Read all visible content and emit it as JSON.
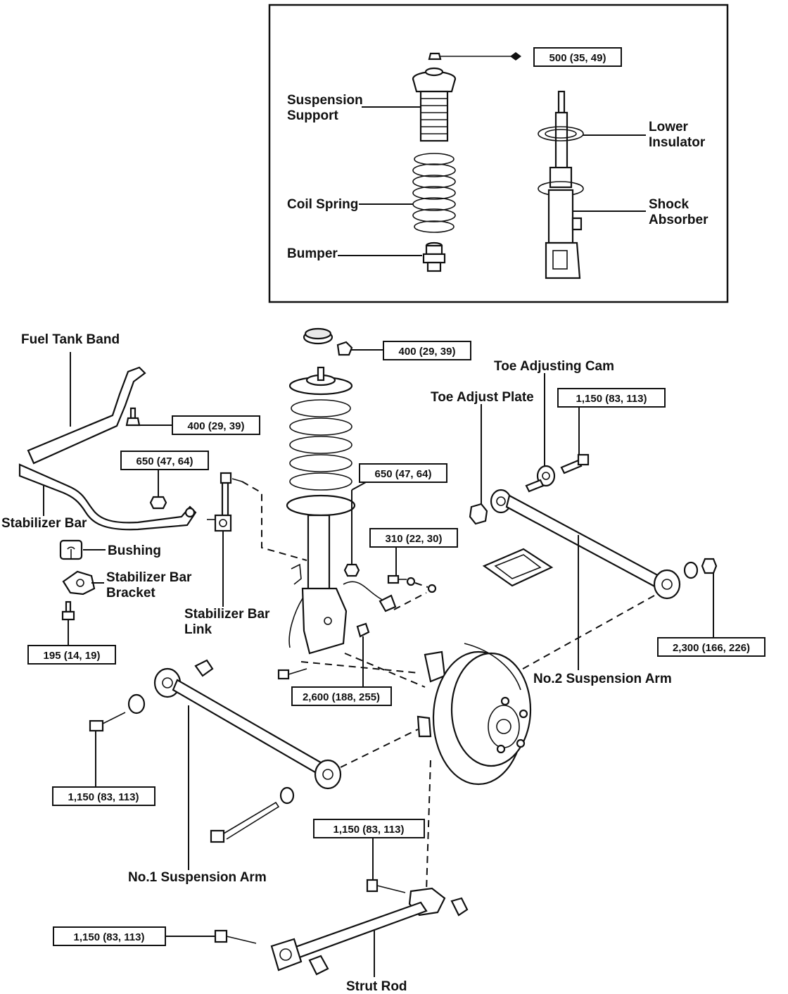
{
  "labels": {
    "suspension_support": [
      "Suspension",
      "Support"
    ],
    "coil_spring": "Coil Spring",
    "bumper": "Bumper",
    "lower_insulator": [
      "Lower",
      "Insulator"
    ],
    "shock_absorber": [
      "Shock",
      "Absorber"
    ],
    "fuel_tank_band": "Fuel Tank Band",
    "stabilizer_bar": "Stabilizer Bar",
    "bushing": "Bushing",
    "stabilizer_bar_bracket": [
      "Stabilizer Bar",
      "Bracket"
    ],
    "stabilizer_bar_link": [
      "Stabilizer Bar",
      "Link"
    ],
    "toe_adjusting_cam": "Toe Adjusting Cam",
    "toe_adjust_plate": "Toe Adjust Plate",
    "no2_suspension_arm": "No.2 Suspension Arm",
    "no1_suspension_arm": "No.1 Suspension Arm",
    "strut_rod": "Strut Rod"
  },
  "torque_specs": {
    "support_nut": "500 (35, 49)",
    "upper_mount_nut": "400 (29, 39)",
    "fuel_tank_band_bolt": "400 (29, 39)",
    "stabilizer_link_nut": "650 (47, 64)",
    "strut_link_nut": "650 (47, 64)",
    "bracket_bolt": "310 (22, 30)",
    "stabilizer_bracket_bolt": "195 (14, 19)",
    "toe_cam_bolt": "1,150 (83, 113)",
    "no2_arm_nut": "2,300 (166, 226)",
    "strut_knuckle_bolt": "2,600 (188, 255)",
    "no1_arm_bolt": "1,150 (83, 113)",
    "strut_rod_knuckle_bolt": "1,150 (83, 113)",
    "strut_rod_body_bolt": "1,150 (83, 113)"
  }
}
